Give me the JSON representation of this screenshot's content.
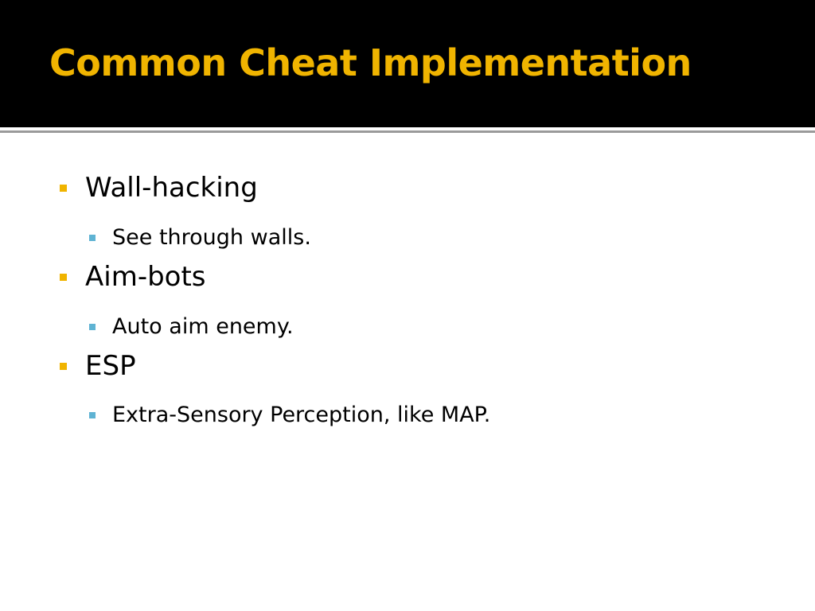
{
  "slide": {
    "title": "Common Cheat Implementation",
    "colors": {
      "title_text": "#f0b400",
      "title_background": "#000000",
      "level1_marker": "#f0b400",
      "level2_marker": "#5fb3d3",
      "body_text": "#000000"
    },
    "bullets": [
      {
        "text": "Wall-hacking",
        "level": 1
      },
      {
        "text": "See through walls.",
        "level": 2
      },
      {
        "text": "Aim-bots",
        "level": 1
      },
      {
        "text": "Auto aim enemy.",
        "level": 2
      },
      {
        "text": "ESP",
        "level": 1
      },
      {
        "text": "Extra-Sensory Perception, like MAP.",
        "level": 2
      }
    ]
  }
}
